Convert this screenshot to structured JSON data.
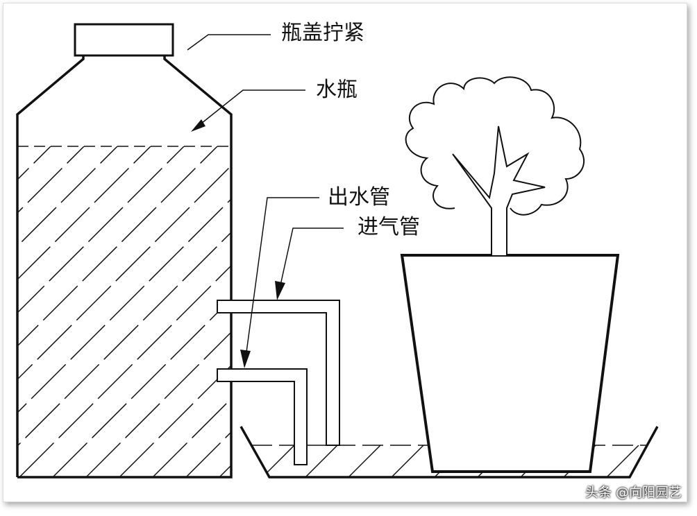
{
  "labels": {
    "cap": "瓶盖拧紧",
    "bottle": "水瓶",
    "outlet_tube": "出水管",
    "air_tube": "进气管"
  },
  "watermark": "头条 @向阳园艺",
  "colors": {
    "line": "#111111",
    "background": "#ffffff"
  }
}
